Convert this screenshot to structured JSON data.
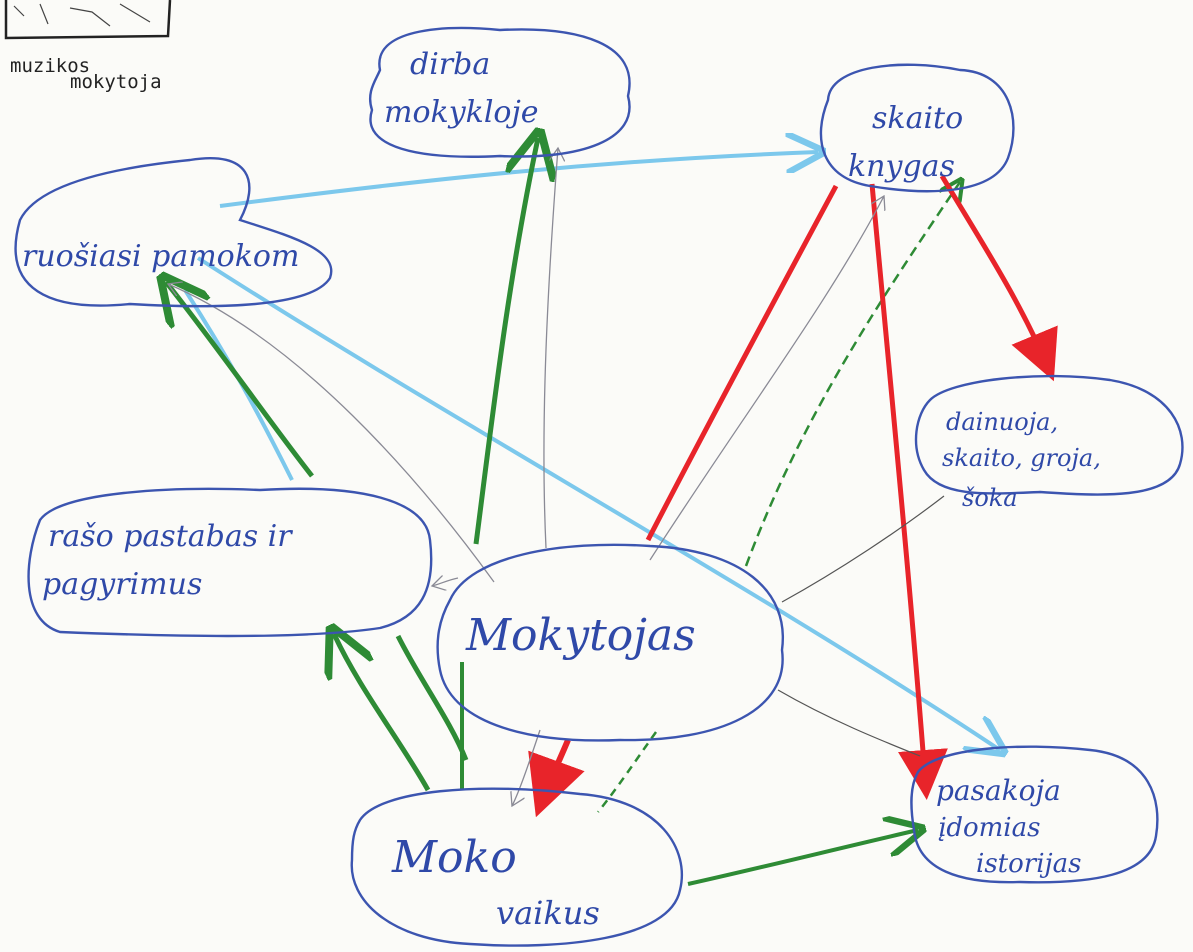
{
  "caption": {
    "line1": "muzikos",
    "line2": "mokytoja"
  },
  "nodes": {
    "center": "Mokytojas",
    "darbas": [
      "dirba",
      "mokykloje"
    ],
    "skaito": [
      "skaito",
      "knygas"
    ],
    "ruosiasi": "ruošiasi pamokom",
    "raso": [
      "rašo pastabas ir",
      "pagyrimus"
    ],
    "dainuoja": [
      "dainuoja,",
      "skaito, groja,",
      "šoka"
    ],
    "moko": [
      "Moko",
      "vaikus"
    ],
    "pasakoja": [
      "pasakoja",
      "įdomias",
      "istorijas"
    ]
  },
  "colors": {
    "ink_blue": "#3c55b0",
    "red": "#e8242a",
    "green": "#2e8b35",
    "light_blue": "#7cc8ec",
    "grey": "#8a8a95"
  }
}
